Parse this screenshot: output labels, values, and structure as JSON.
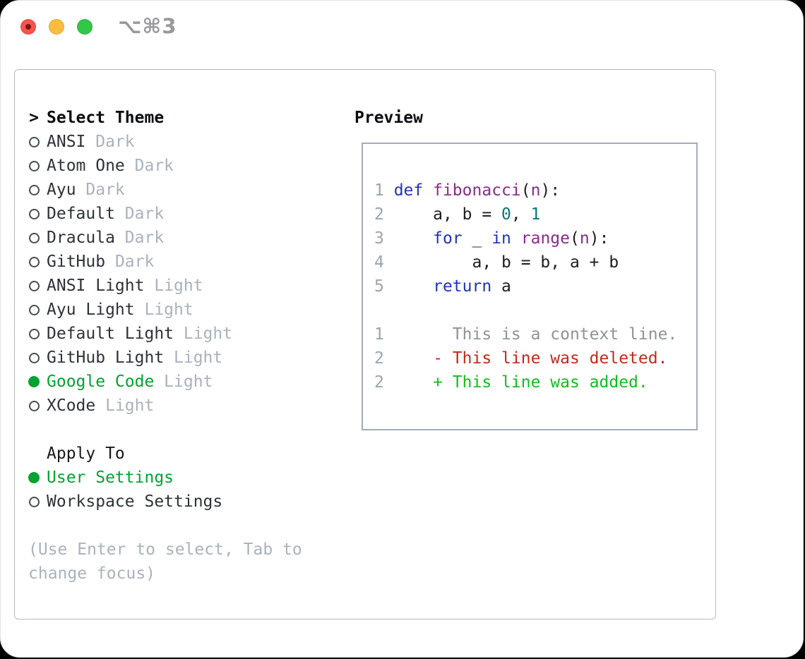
{
  "titlebar": {
    "shortcut": "⌥⌘3",
    "buttons": {
      "close_color": "#f6544c",
      "minimize_color": "#fbbd3f",
      "zoom_color": "#33c748"
    }
  },
  "theme_list": {
    "pointer": ">",
    "header": "Select Theme",
    "items": [
      {
        "name": "ANSI",
        "variant": "Dark",
        "selected": false
      },
      {
        "name": "Atom One",
        "variant": "Dark",
        "selected": false
      },
      {
        "name": "Ayu",
        "variant": "Dark",
        "selected": false
      },
      {
        "name": "Default",
        "variant": "Dark",
        "selected": false
      },
      {
        "name": "Dracula",
        "variant": "Dark",
        "selected": false
      },
      {
        "name": "GitHub",
        "variant": "Dark",
        "selected": false
      },
      {
        "name": "ANSI Light",
        "variant": "Light",
        "selected": false
      },
      {
        "name": "Ayu Light",
        "variant": "Light",
        "selected": false
      },
      {
        "name": "Default Light",
        "variant": "Light",
        "selected": false
      },
      {
        "name": "GitHub Light",
        "variant": "Light",
        "selected": false
      },
      {
        "name": "Google Code",
        "variant": "Light",
        "selected": true
      },
      {
        "name": "XCode",
        "variant": "Light",
        "selected": false
      }
    ],
    "selected_color": "#00a331",
    "dim_color": "#a9b2bd"
  },
  "apply_to": {
    "header": "Apply To",
    "options": [
      {
        "label": "User Settings",
        "selected": true
      },
      {
        "label": "Workspace Settings",
        "selected": false
      }
    ]
  },
  "help_text": "(Use Enter to select, Tab to change focus)",
  "preview": {
    "title": "Preview",
    "colors": {
      "line_number": "#9aa5b1",
      "keyword": "#2233bb",
      "function": "#8a2b8a",
      "literal": "#0d7575",
      "plain": "#1c1e22",
      "context": "#8f9398",
      "deleted": "#c4291b",
      "added": "#13bd20"
    },
    "lines": [
      [
        [
          "1 ",
          "num"
        ],
        [
          "def",
          "kw"
        ],
        [
          " ",
          "pl"
        ],
        [
          "fibonacci",
          "fn"
        ],
        [
          "(",
          "pl"
        ],
        [
          "n",
          "fn"
        ],
        [
          "):",
          "pl"
        ]
      ],
      [
        [
          "2 ",
          "num"
        ],
        [
          "    a, b = ",
          "pl"
        ],
        [
          "0",
          "lit"
        ],
        [
          ", ",
          "pl"
        ],
        [
          "1",
          "lit"
        ]
      ],
      [
        [
          "3 ",
          "num"
        ],
        [
          "    ",
          "pl"
        ],
        [
          "for",
          "kw"
        ],
        [
          " _ ",
          "pl"
        ],
        [
          "in",
          "kw"
        ],
        [
          " ",
          "pl"
        ],
        [
          "range",
          "fn"
        ],
        [
          "(",
          "pl"
        ],
        [
          "n",
          "fn"
        ],
        [
          "):",
          "pl"
        ]
      ],
      [
        [
          "4 ",
          "num"
        ],
        [
          "        a, b = b, a + b",
          "pl"
        ]
      ],
      [
        [
          "5 ",
          "num"
        ],
        [
          "    ",
          "pl"
        ],
        [
          "return",
          "kw"
        ],
        [
          " a",
          "pl"
        ]
      ],
      [],
      [
        [
          "1 ",
          "num"
        ],
        [
          "      This is a context line.",
          "ctx"
        ]
      ],
      [
        [
          "2 ",
          "num"
        ],
        [
          "    - This line was deleted.",
          "del"
        ]
      ],
      [
        [
          "2 ",
          "num"
        ],
        [
          "    + This line was added.",
          "add"
        ]
      ]
    ]
  }
}
